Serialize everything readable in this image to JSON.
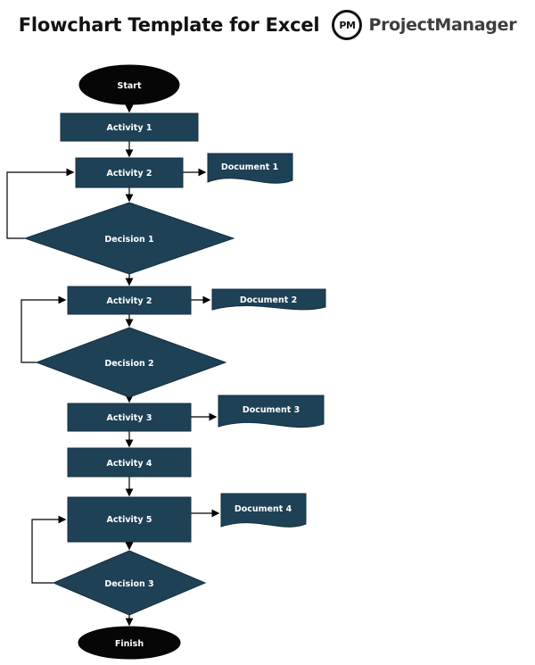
{
  "header": {
    "title": "Flowchart Template for Excel",
    "logo_text": "PM",
    "brand": "ProjectManager"
  },
  "colors": {
    "shape_fill": "#1e4156",
    "terminator_fill": "#060606",
    "label_text": "#ffffff",
    "connector": "#000000"
  },
  "diagram_type": "flowchart",
  "nodes": {
    "start": "Start",
    "activity1": "Activity 1",
    "activity2_top": "Activity 2",
    "document1": "Document 1",
    "decision1": "Decision 1",
    "activity2_mid": "Activity 2",
    "document2": "Document 2",
    "decision2": "Decision 2",
    "activity3": "Activity 3",
    "document3": "Document 3",
    "activity4": "Activity 4",
    "activity5": "Activity 5",
    "document4": "Document 4",
    "decision3": "Decision 3",
    "finish": "Finish"
  }
}
